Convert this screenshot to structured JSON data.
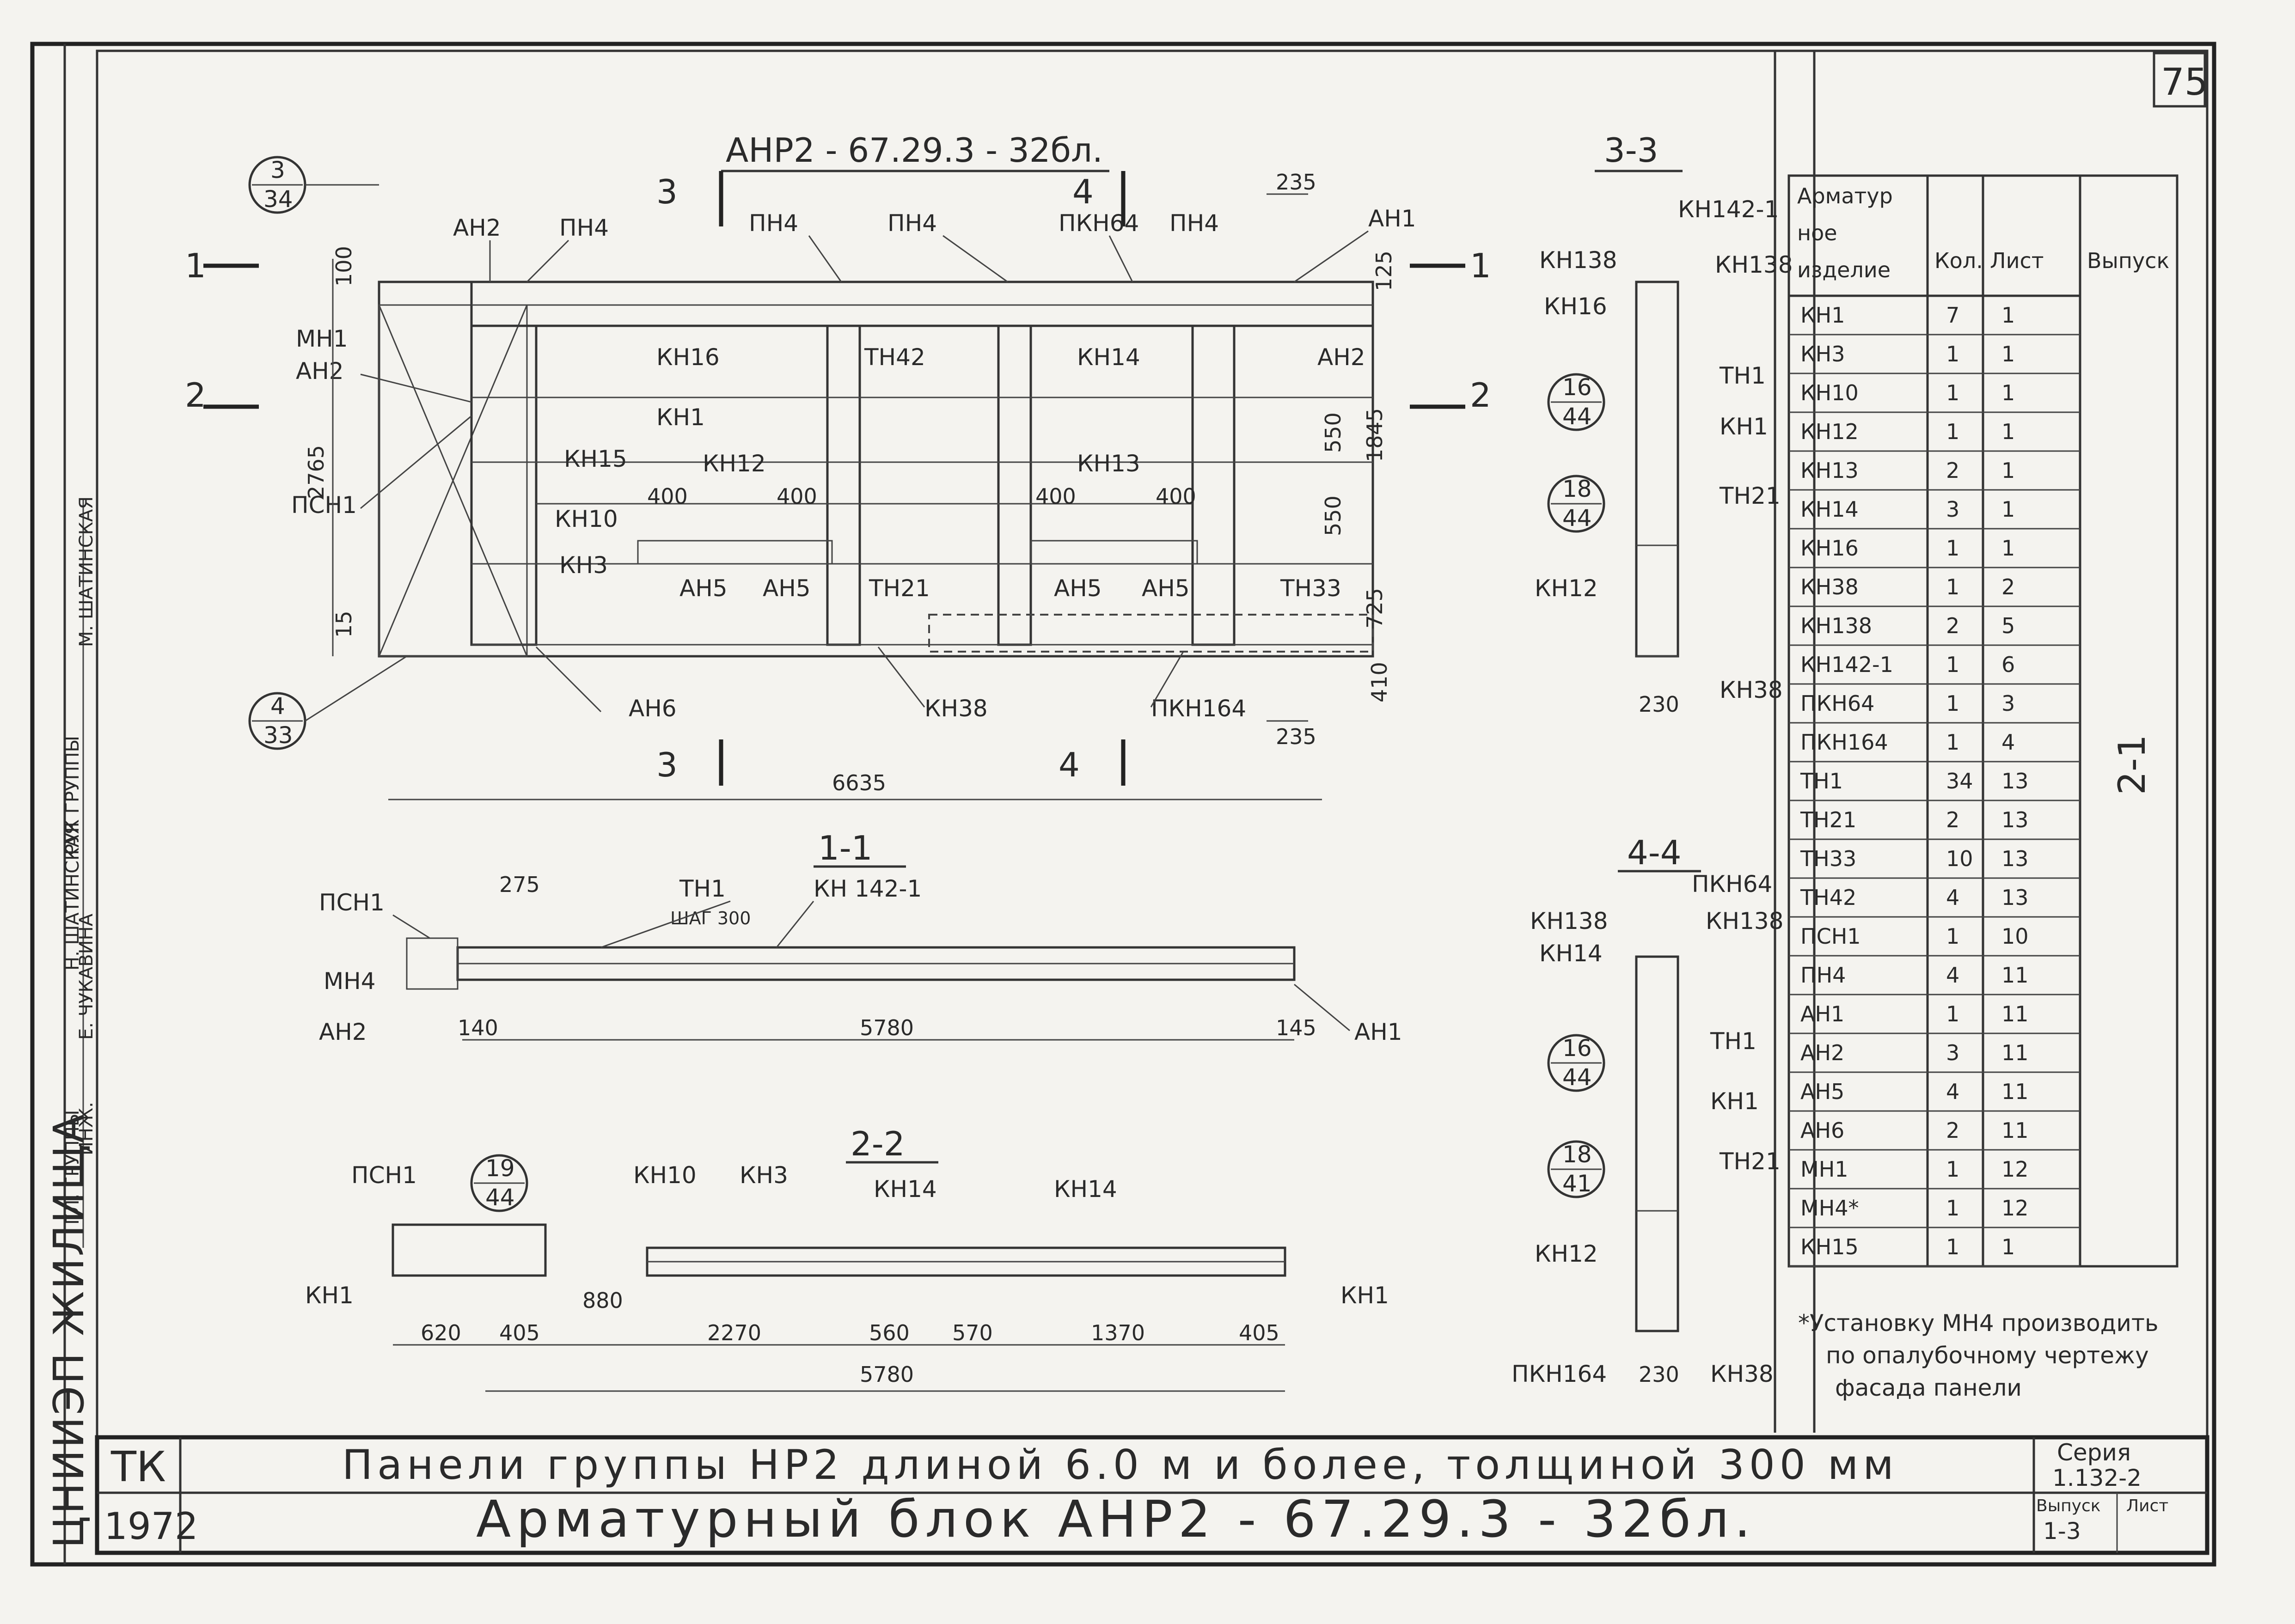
{
  "sheet": {
    "page_number": "75",
    "main_title": "АНР2 - 67.29.3 - 32бл.",
    "vertical_label": "2-1",
    "left_strip": {
      "org": "ЦНИИЭП ЖИЛИЩА",
      "staff": [
        "ГЛ. ГРУППЫ",
        "ИНЖ.",
        "РУК ГРУППЫ",
        "Е. ЧУКАВИНА",
        "Н. ШАТИНСКАЯ",
        "М. ШАТИНСКАЯ"
      ]
    },
    "callouts": [
      {
        "num": "3",
        "sheet": "34"
      },
      {
        "num": "4",
        "sheet": "33"
      },
      {
        "num": "16",
        "sheet": "44"
      },
      {
        "num": "18",
        "sheet": "44"
      },
      {
        "num": "16",
        "sheet": "44"
      },
      {
        "num": "18",
        "sheet": "41"
      },
      {
        "num": "19",
        "sheet": "44"
      }
    ]
  },
  "elevation": {
    "labels": [
      "АН2",
      "ПН4",
      "ПН4",
      "ПН4",
      "ПКН64",
      "ПН4",
      "АН1",
      "МН1",
      "АН2",
      "ПСН1",
      "КН16",
      "ТН42",
      "КН14",
      "АН2",
      "КН1",
      "КН15",
      "КН12",
      "КН13",
      "КН10",
      "КН3",
      "АН5",
      "АН5",
      "ТН21",
      "АН5",
      "АН5",
      "ТН33",
      "АН6",
      "КН38",
      "ПКН164"
    ],
    "section_marks": [
      "3",
      "4",
      "3",
      "4",
      "1",
      "2",
      "1",
      "2"
    ],
    "dims": [
      "235",
      "100",
      "125",
      "2765",
      "550",
      "550",
      "1845",
      "400",
      "400",
      "400",
      "400",
      "725",
      "15",
      "410",
      "235",
      "6635"
    ]
  },
  "section_1_1": {
    "title": "1-1",
    "labels": [
      "ПСН1",
      "ТН1",
      "ШАГ 300",
      "КН 142-1",
      "МН4",
      "АН2",
      "АН1"
    ],
    "dims": [
      "275",
      "140",
      "5780",
      "145"
    ]
  },
  "section_2_2": {
    "title": "2-2",
    "labels": [
      "ПСН1",
      "КН10",
      "КН3",
      "КН14",
      "КН14",
      "КН1",
      "КН1"
    ],
    "dims": [
      "880",
      "620",
      "405",
      "2270",
      "560",
      "570",
      "1370",
      "405",
      "5780"
    ]
  },
  "section_3_3": {
    "title": "3-3",
    "labels": [
      "КН142-1",
      "КН138",
      "КН138",
      "КН16",
      "ТН1",
      "КН1",
      "ТН21",
      "КН12",
      "КН38"
    ],
    "dims": [
      "230"
    ]
  },
  "section_4_4": {
    "title": "4-4",
    "labels": [
      "ПКН64",
      "КН138",
      "КН138",
      "КН14",
      "ТН1",
      "КН1",
      "ТН21",
      "КН12",
      "ПКН164",
      "КН38"
    ],
    "dims": [
      "230"
    ]
  },
  "spec_table": {
    "headers": [
      "Арматур ное изделие",
      "Кол.",
      "Лист",
      "Выпуск"
    ],
    "rows": [
      [
        "КН1",
        "7",
        "1"
      ],
      [
        "КН3",
        "1",
        "1"
      ],
      [
        "КН10",
        "1",
        "1"
      ],
      [
        "КН12",
        "1",
        "1"
      ],
      [
        "КН13",
        "2",
        "1"
      ],
      [
        "КН14",
        "3",
        "1"
      ],
      [
        "КН16",
        "1",
        "1"
      ],
      [
        "КН38",
        "1",
        "2"
      ],
      [
        "КН138",
        "2",
        "5"
      ],
      [
        "КН142-1",
        "1",
        "6"
      ],
      [
        "ПКН64",
        "1",
        "3"
      ],
      [
        "ПКН164",
        "1",
        "4"
      ],
      [
        "ТН1",
        "34",
        "13"
      ],
      [
        "ТН21",
        "2",
        "13"
      ],
      [
        "ТН33",
        "10",
        "13"
      ],
      [
        "ТН42",
        "4",
        "13"
      ],
      [
        "ПСН1",
        "1",
        "10"
      ],
      [
        "ПН4",
        "4",
        "11"
      ],
      [
        "АН1",
        "1",
        "11"
      ],
      [
        "АН2",
        "3",
        "11"
      ],
      [
        "АН5",
        "4",
        "11"
      ],
      [
        "АН6",
        "2",
        "11"
      ],
      [
        "МН1",
        "1",
        "12"
      ],
      [
        "МН4*",
        "1",
        "12"
      ],
      [
        "КН15",
        "1",
        "1"
      ]
    ],
    "note": "*Установку МН4 производить по опалубочному чертежу фасада панели"
  },
  "title_block": {
    "org": "ТК",
    "year": "1972",
    "line1": "Панели группы НР2 длиной 6.0 м и более, толщиной 300 мм",
    "line2": "Арматурный блок АНР2 - 67.29.3 - 32бл.",
    "series_label": "Серия",
    "series_value": "1.132-2",
    "issue_label": "Выпуск",
    "issue_value": "1-3",
    "sheet_label": "Лист"
  },
  "colors": {
    "paper": "#f4f3ef",
    "ink": "#2a2a2a"
  }
}
